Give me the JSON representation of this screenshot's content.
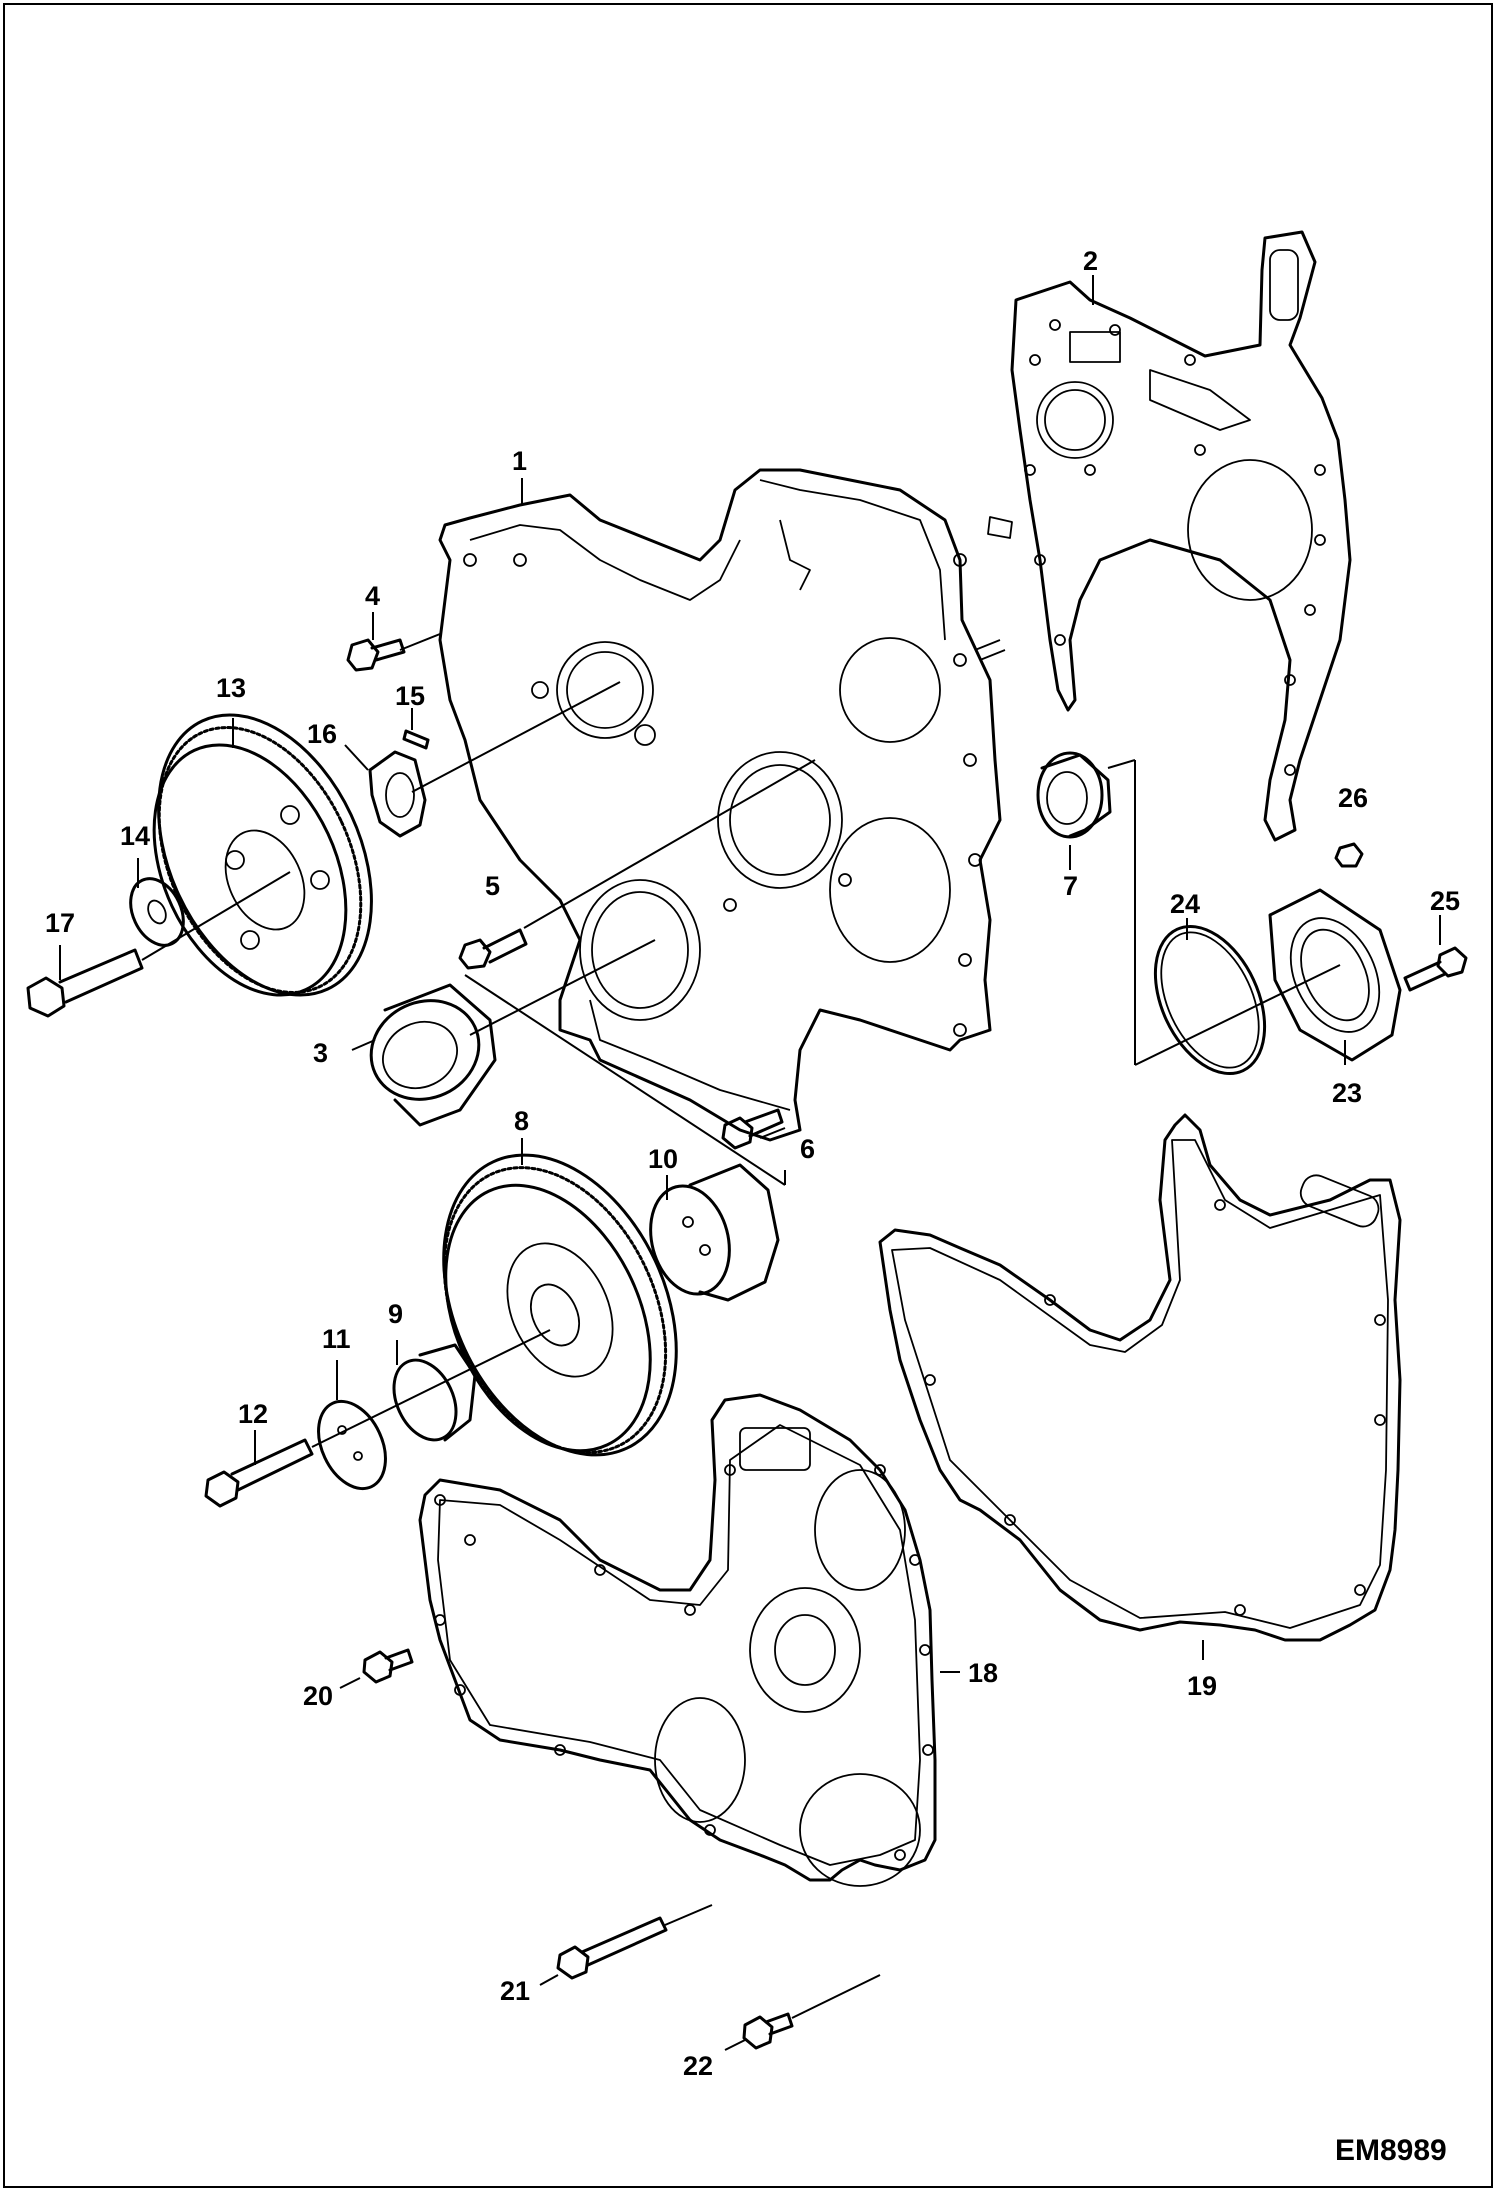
{
  "figure_code": "EM8989",
  "callouts": [
    "1",
    "2",
    "3",
    "4",
    "5",
    "6",
    "7",
    "8",
    "9",
    "10",
    "11",
    "12",
    "13",
    "14",
    "15",
    "16",
    "17",
    "18",
    "19",
    "20",
    "21",
    "22",
    "23",
    "24",
    "25",
    "26"
  ]
}
